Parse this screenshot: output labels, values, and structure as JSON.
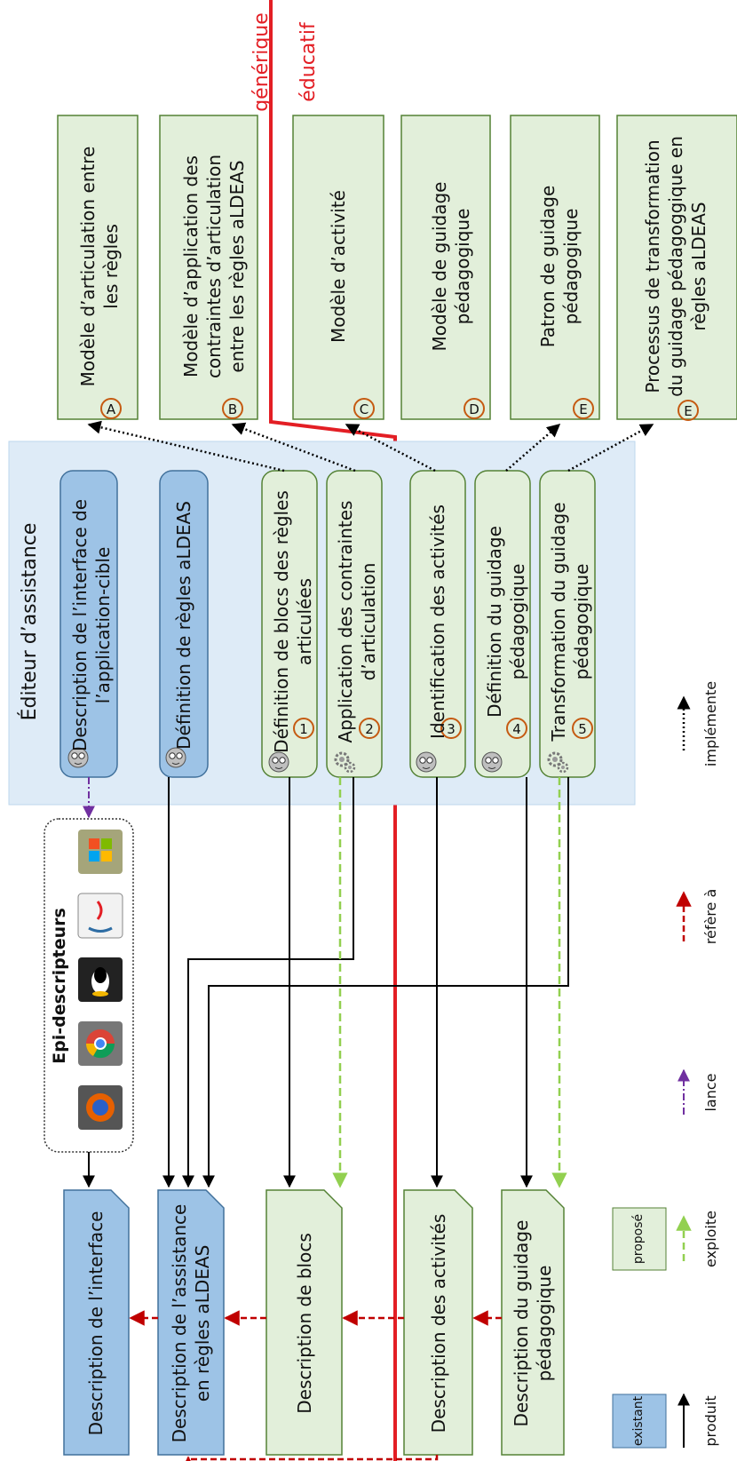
{
  "divider": {
    "generic_label": "générique",
    "educational_label": "éducatif",
    "color": "#e31e24"
  },
  "editor": {
    "title": "Éditeur d’assistance",
    "items": [
      {
        "label1": "Description de l’interface de",
        "label2": "l’application-cible"
      },
      {
        "label1": "Définition de règles aLDEAS",
        "label2": ""
      },
      {
        "label1": "Définition de blocs des règles",
        "label2": "articulées",
        "num": "1"
      },
      {
        "label1": "Application des contraintes",
        "label2": "d’articulation",
        "num": "2"
      },
      {
        "label1": "Identification des activités",
        "label2": "",
        "num": "3"
      },
      {
        "label1": "Définition du guidage",
        "label2": "pédagogique",
        "num": "4"
      },
      {
        "label1": "Transformation du guidage",
        "label2": "pédagogique",
        "num": "5"
      }
    ]
  },
  "models": [
    {
      "letter": "A",
      "label1": "Modèle d’articulation entre",
      "label2": "les règles",
      "label3": ""
    },
    {
      "letter": "B",
      "label1": "Modèle d’application des",
      "label2": "contraintes d’articulation",
      "label3": "entre les règles aLDEAS"
    },
    {
      "letter": "C",
      "label1": "Modèle d’activité",
      "label2": "",
      "label3": ""
    },
    {
      "letter": "D",
      "label1": "Modèle de guidage",
      "label2": "pédagogique",
      "label3": ""
    },
    {
      "letter": "E",
      "label1": "Patron de guidage",
      "label2": "pédagogique",
      "label3": ""
    },
    {
      "letter": "E",
      "label1": "Processus de transformation",
      "label2": "du guidage pédagoggique en",
      "label3": "règles aLDEAS"
    }
  ],
  "epi": {
    "title": "Epi-descripteurs",
    "icons": [
      "firefox-icon",
      "chrome-icon",
      "linux-icon",
      "java-icon",
      "windows-icon"
    ]
  },
  "docs": [
    {
      "label1": "Description de l’interface",
      "label2": ""
    },
    {
      "label1": "Description de l’assistance",
      "label2": "en règles aLDEAS"
    },
    {
      "label1": "Description de blocs",
      "label2": ""
    },
    {
      "label1": "Description des activités",
      "label2": ""
    },
    {
      "label1": "Description du guidage",
      "label2": "pédagogique"
    }
  ],
  "legend": {
    "existant": "existant",
    "propose": "proposé",
    "produit": "produit",
    "exploite": "exploite",
    "lance": "lance",
    "refere": "réfère à",
    "implemente": "implémente"
  },
  "colors": {
    "existing_fill": "#9dc3e6",
    "proposed_fill": "#e2efda",
    "panel": "#deebf7",
    "refers": "#c00000",
    "exploits": "#92d050",
    "launches": "#7030a0"
  }
}
